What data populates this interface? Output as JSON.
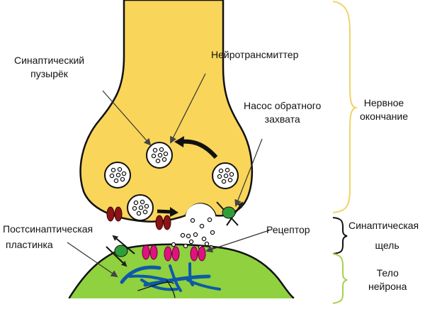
{
  "title": "Synapse structure",
  "labels": {
    "synaptic_vesicle": [
      "Синаптический",
      "пузырёк"
    ],
    "neurotransmitter": "Нейротрансмиттер",
    "reuptake_pump": [
      "Насос обратного",
      "захвата"
    ],
    "postsynaptic_plate": [
      "Постсинаптическая",
      "пластинка"
    ],
    "receptor": "Рецептор"
  },
  "regions": [
    {
      "id": "nerve-ending",
      "lines": [
        "Нервное",
        "окончание"
      ],
      "bracket_color": "#f0d36a"
    },
    {
      "id": "synaptic-cleft",
      "lines": [
        "Синаптическая",
        "щель"
      ],
      "bracket_color": "#111111"
    },
    {
      "id": "neuron-body",
      "lines": [
        "Тело",
        "нейрона"
      ],
      "bracket_color": "#a6d14a"
    }
  ],
  "colors": {
    "presynaptic_fill": "#f9d55a",
    "postsynaptic_fill": "#8fd13f",
    "vesicle_fill": "#ffffff",
    "channel_dark_red": "#8b1414",
    "receptor_magenta": "#e0127f",
    "pump_green": "#2e9e3a",
    "filament_blue": "#0d5aa8",
    "outline": "#111111"
  }
}
